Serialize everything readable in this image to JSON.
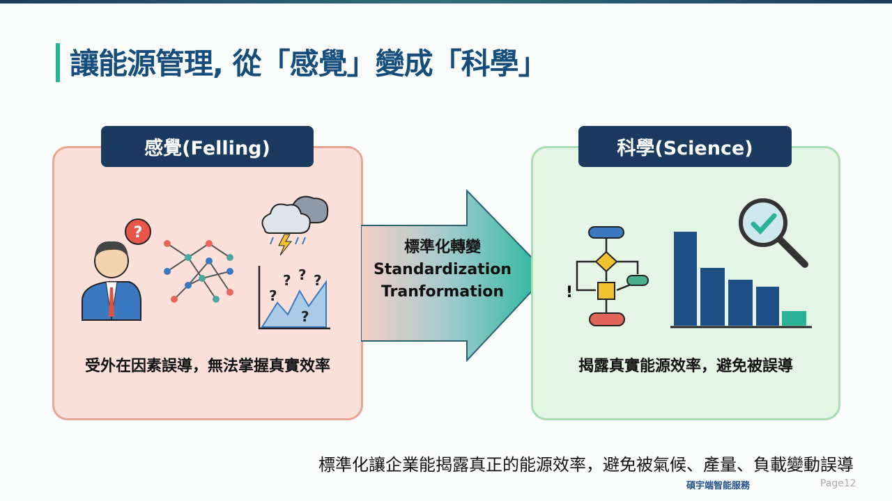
{
  "title": "讓能源管理, 從「感覺」變成「科學」",
  "left": {
    "label": "感覺(Felling)",
    "text": "受外在因素誤導，無法掌握真實效率"
  },
  "right": {
    "label": "科學(Science)",
    "text": "揭露真實能源效率，避免被誤導"
  },
  "arrow": {
    "line1": "標準化轉變",
    "line2": "Standardization",
    "line3": "Tranformation"
  },
  "bottom": "標準化讓企業能揭露真正的能源效率，避免被氣候、產量、負載變動誤導",
  "footer": {
    "org": "碩宇端智能服務",
    "page": "Page12"
  },
  "colors": {
    "navy": "#1b3a5f",
    "title": "#154d7c",
    "accent": "#2bb39a"
  }
}
